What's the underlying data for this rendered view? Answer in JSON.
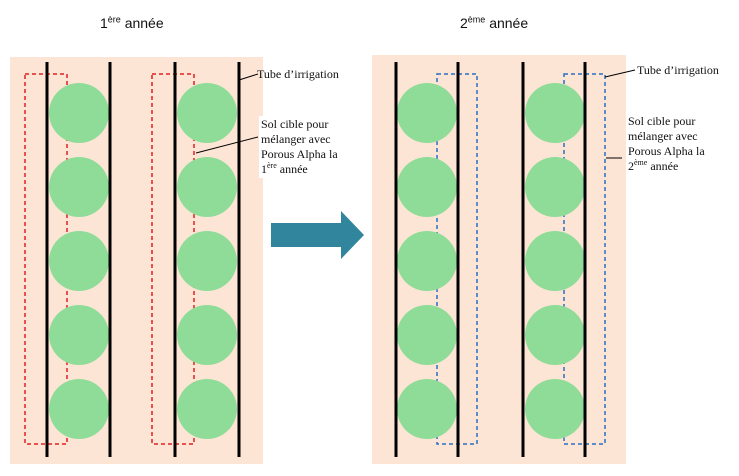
{
  "year1": {
    "title_num": "1",
    "title_sup": "ère",
    "title_word": "année",
    "tube_label": "Tube d’irrigation",
    "soil_label_line1": "Sol cible pour",
    "soil_label_line2": "mélanger avec",
    "soil_label_line3": "Porous Alpha la",
    "soil_label_num": "1",
    "soil_label_sup": "ère",
    "soil_label_word": "année"
  },
  "year2": {
    "title_num": "2",
    "title_sup": "ème",
    "title_word": "année",
    "tube_label": "Tube d’irrigation",
    "soil_label_line1": "Sol cible pour",
    "soil_label_line2": "mélanger avec",
    "soil_label_line3": "Porous Alpha la",
    "soil_label_num": "2",
    "soil_label_sup": "ème",
    "soil_label_word": "année"
  },
  "colors": {
    "field": "#fde5d6",
    "plant": "#8fdc99",
    "tube": "#000000",
    "target_year1": "#e02020",
    "target_year2": "#2a6fc0",
    "arrow": "#31859c"
  }
}
